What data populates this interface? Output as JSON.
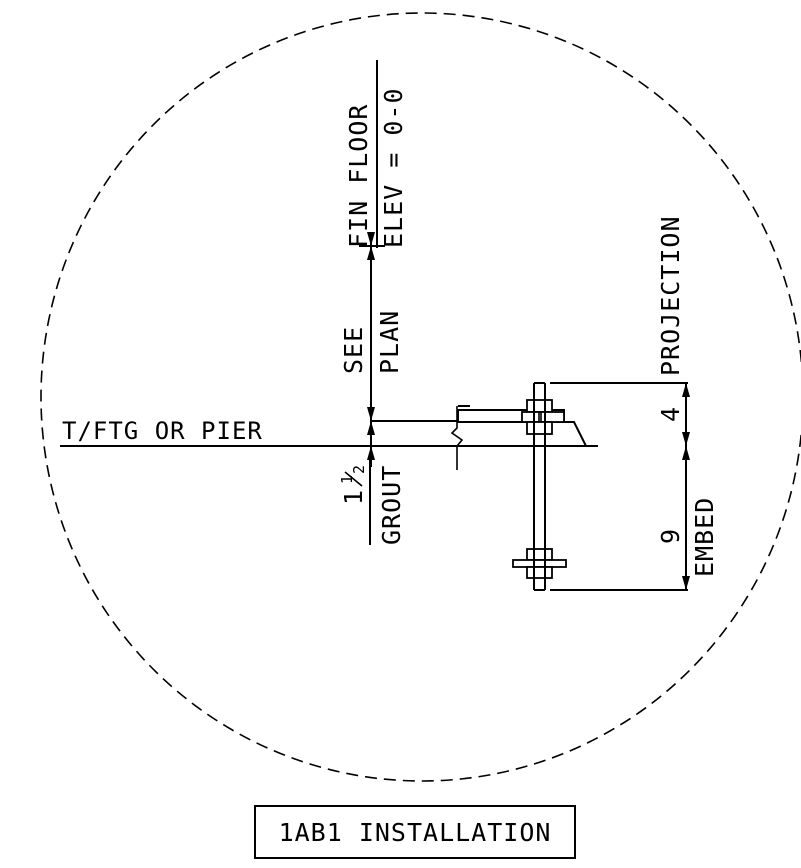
{
  "drawing": {
    "title": "1AB1 INSTALLATION",
    "labels": {
      "t_ftg": "T/FTG OR PIER",
      "fin_floor": "FIN FLOOR",
      "elev": "ELEV = 0-0",
      "see": "SEE",
      "plan": "PLAN",
      "grout_num_whole": "1",
      "grout_num_num": "1",
      "grout_num_den": "2",
      "grout": "GROUT",
      "projection": "PROJECTION",
      "projection_value": "4",
      "embed_value": "9",
      "embed": "EMBED"
    }
  }
}
